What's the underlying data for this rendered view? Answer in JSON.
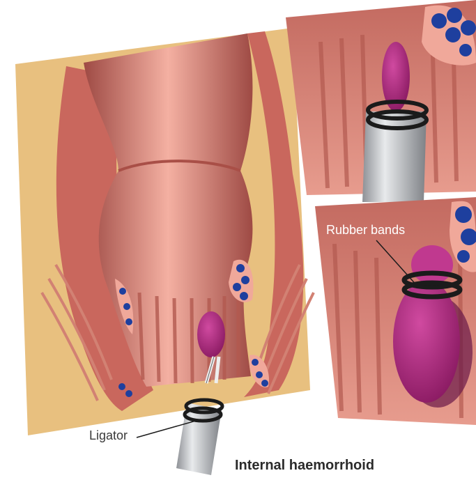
{
  "labels": {
    "ligator": "Ligator",
    "rubber_bands": "Rubber bands"
  },
  "caption": "Internal haemorrhoid",
  "colors": {
    "skin_tan": "#e8c07f",
    "tissue_dark": "#a94f47",
    "tissue_mid": "#c9675d",
    "tissue_light": "#f0a89a",
    "haemorrhoid": "#b0287e",
    "vessel_blue": "#1e3f9e",
    "band_black": "#1b1b1b",
    "metal_grey": "#b9bcc0"
  }
}
